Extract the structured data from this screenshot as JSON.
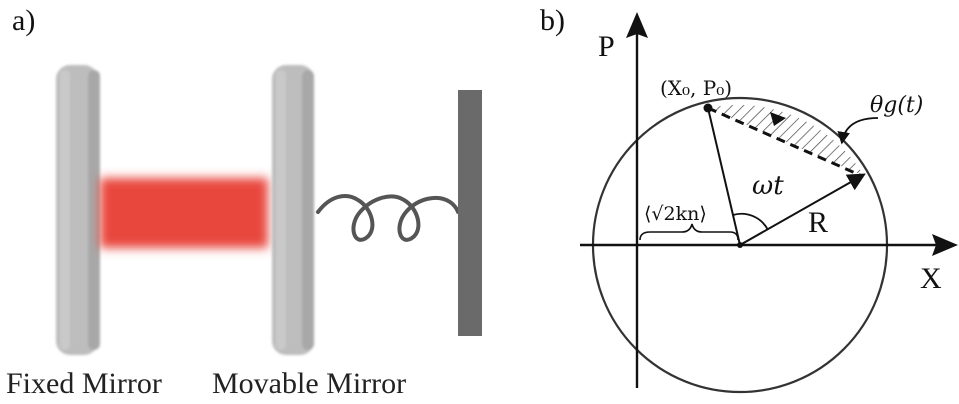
{
  "panel_a": {
    "label": "a)",
    "captions": {
      "fixed_mirror": "Fixed Mirror",
      "movable_mirror": "Movable Mirror"
    },
    "colors": {
      "mirror": "#b9b9b9",
      "mirror_edge": "#a9a9a9",
      "laser": "#e8463c",
      "spring": "#555555",
      "wall": "#6a6a6a"
    }
  },
  "panel_b": {
    "label": "b)",
    "axis_x_label": "X",
    "axis_y_label": "P",
    "point_label": "(X₀, P₀)",
    "angle_label": "ωt",
    "radius_label": "R",
    "offset_label": "⟨√2kn⟩",
    "phase_label": "θg(t)"
  }
}
